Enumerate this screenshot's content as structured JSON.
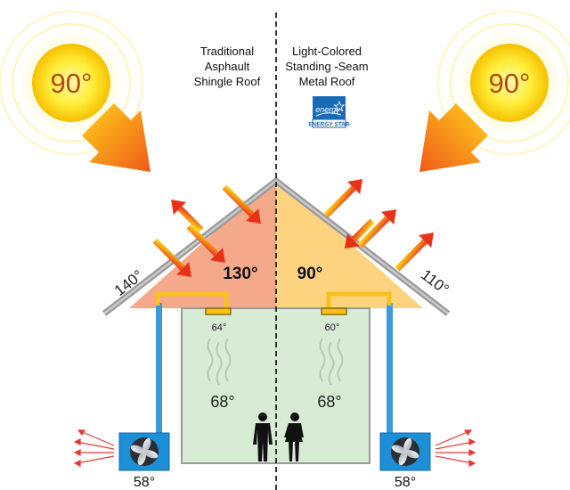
{
  "left_side": {
    "sun_temp": "90°",
    "label_lines": [
      "Traditional",
      "Asphault",
      "Shingle Roof"
    ],
    "roof_surface_temp": "140°",
    "attic_temp": "130°",
    "duct_outlet_temp": "64°",
    "room_temp": "68°",
    "condenser_temp": "58°",
    "attic_fill": "#f4a98a"
  },
  "right_side": {
    "sun_temp": "90°",
    "label_lines": [
      "Light-Colored",
      "Standing -Seam",
      "Metal Roof"
    ],
    "roof_surface_temp": "110°",
    "attic_temp": "90°",
    "duct_outlet_temp": "60°",
    "room_temp": "68°",
    "condenser_temp": "58°",
    "attic_fill": "#fdd37f"
  },
  "energy_star": {
    "script_text": "energy",
    "caption": "ENERGY STAR",
    "color": "#1a6ab5"
  },
  "icons": {
    "occupants": [
      "man-silhouette-icon",
      "woman-silhouette-icon"
    ],
    "condenser": "condenser-fan-icon",
    "heat": "heat-waves-icon"
  },
  "colors": {
    "room_fill": "#d8ebd5",
    "duct": "#f6c11b",
    "refrigerant_line": "#3a9bd8",
    "condenser_body": "#1d8fd6",
    "divider": "#222222"
  }
}
